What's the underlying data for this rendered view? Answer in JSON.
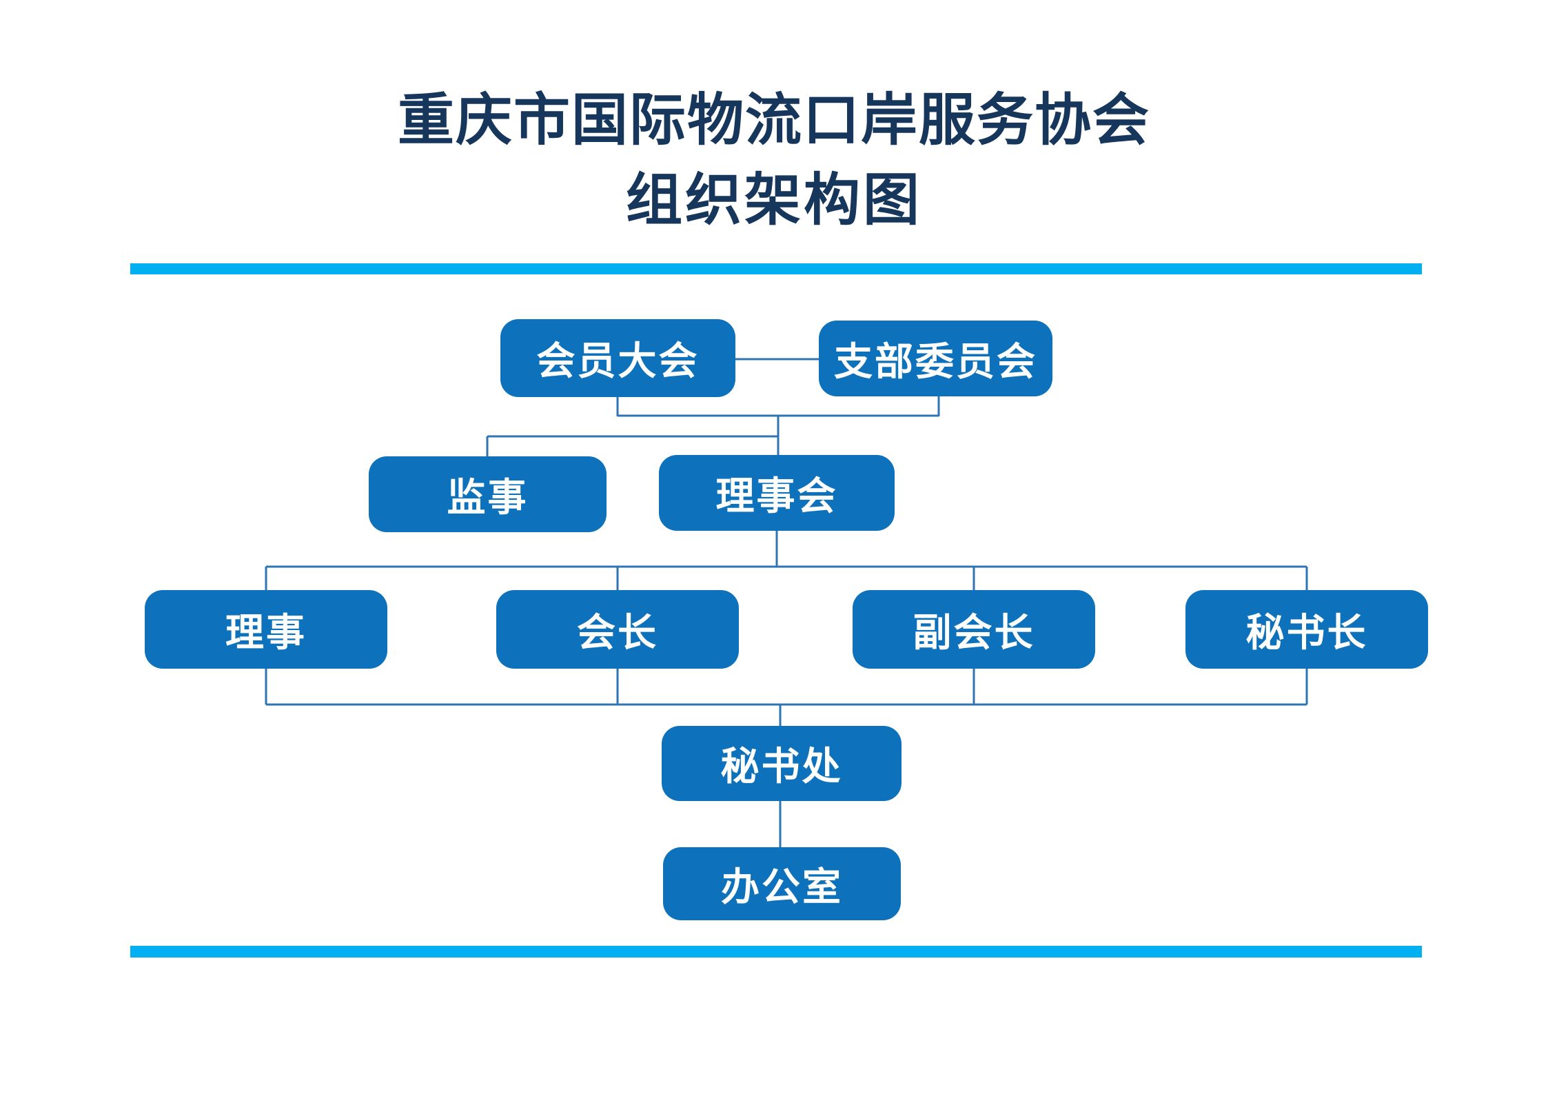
{
  "title": {
    "line1": "重庆市国际物流口岸服务协会",
    "line2": "组织架构图"
  },
  "colors": {
    "node_fill": "#0d72bb",
    "node_text": "#ffffff",
    "connector_line": "#2e74b5",
    "divider_bar": "#00b0f0",
    "title_text": "#16365c"
  },
  "org": {
    "nodes": [
      {
        "label": "会员大会"
      },
      {
        "label": "支部委员会"
      },
      {
        "label": "监事"
      },
      {
        "label": "理事会"
      },
      {
        "label": "理事"
      },
      {
        "label": "会长"
      },
      {
        "label": "副会长"
      },
      {
        "label": "秘书长"
      },
      {
        "label": "秘书处"
      },
      {
        "label": "办公室"
      }
    ],
    "hierarchy": [
      {
        "parents": [
          "会员大会"
        ],
        "children": [
          "支部委员会"
        ],
        "relation": "lateral-link"
      },
      {
        "parents": [
          "会员大会",
          "支部委员会"
        ],
        "children": [
          "监事",
          "理事会"
        ]
      },
      {
        "parents": [
          "理事会"
        ],
        "children": [
          "理事",
          "会长",
          "副会长",
          "秘书长"
        ]
      },
      {
        "parents": [
          "理事",
          "会长",
          "副会长",
          "秘书长"
        ],
        "children": [
          "秘书处"
        ]
      },
      {
        "parents": [
          "秘书处"
        ],
        "children": [
          "办公室"
        ]
      }
    ]
  }
}
